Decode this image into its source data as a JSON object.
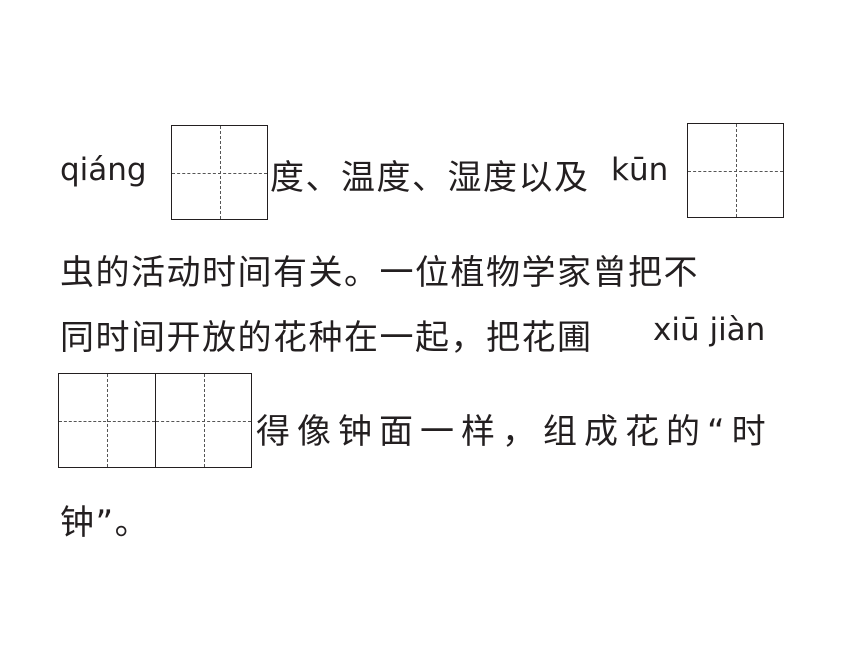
{
  "exercise": {
    "line1": {
      "pinyin_1": "qiáng",
      "text_1": "度、温度、湿度以及",
      "pinyin_2": "kūn"
    },
    "line2": {
      "text": "虫的活动时间有关。一位植物学家曾把不"
    },
    "line3": {
      "text": "同时间开放的花种在一起，把花圃",
      "pinyin": "xiū jiàn"
    },
    "line4": {
      "text": "得像钟面一样，组成花的“时"
    },
    "line5": {
      "text": "钟”。"
    },
    "answer_boxes": [
      {
        "for_pinyin": "qiáng",
        "cells": 1
      },
      {
        "for_pinyin": "kūn",
        "cells": 1
      },
      {
        "for_pinyin": "xiū jiàn",
        "cells": 2
      }
    ]
  }
}
